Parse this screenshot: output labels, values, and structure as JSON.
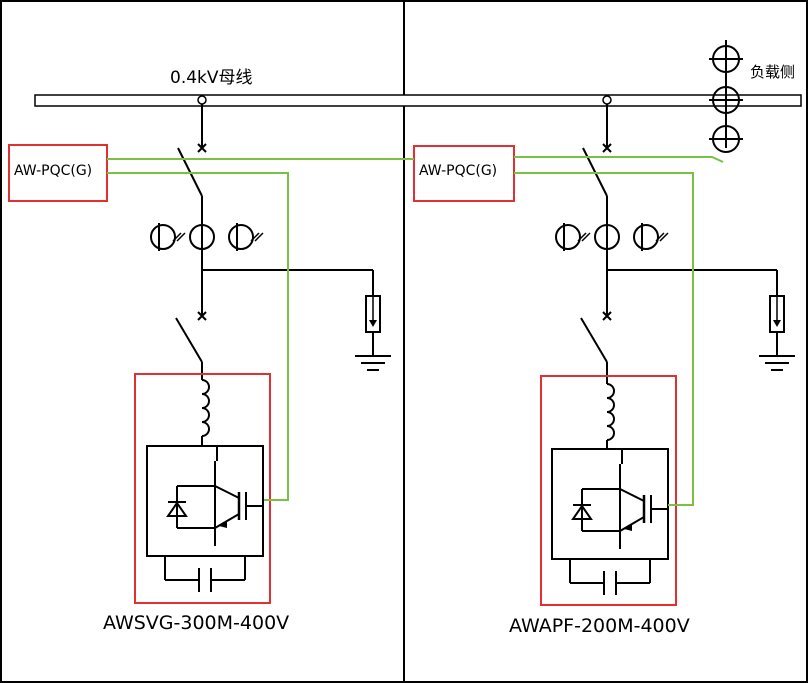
{
  "busbar_label": "0.4kV母线",
  "load_side_label": "负载侧",
  "left_unit": {
    "controller_label": "AW-PQC(G)",
    "device_label": "AWSVG-300M-400V"
  },
  "right_unit": {
    "controller_label": "AW-PQC(G)",
    "device_label": "AWAPF-200M-400V"
  },
  "colors": {
    "line": "#000000",
    "box_outline": "#e03030",
    "signal_wire": "#7ac043",
    "background": "#ffffff"
  }
}
